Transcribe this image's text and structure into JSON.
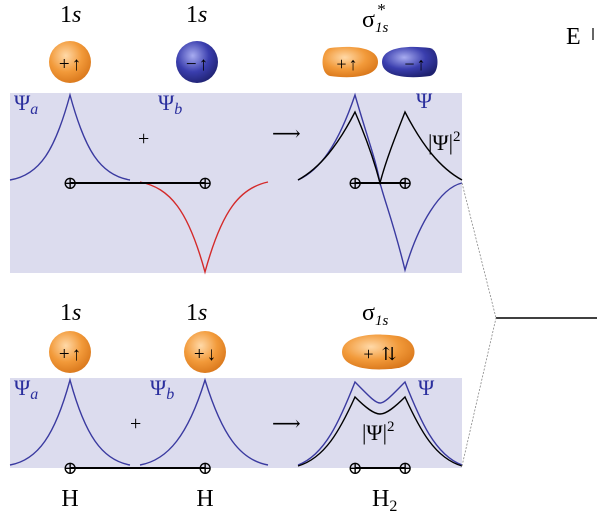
{
  "energy_axis": {
    "label": "E"
  },
  "antibonding": {
    "orbital_a": {
      "n": "1",
      "l": "s",
      "sign": "+",
      "spin": "↑"
    },
    "orbital_b": {
      "n": "1",
      "l": "s",
      "sign": "−",
      "spin": "↑"
    },
    "result": {
      "symbol": "σ",
      "sub": "1s",
      "sup": "*"
    },
    "result_lobes": [
      {
        "sign": "+",
        "spin": "↑"
      },
      {
        "sign": "−",
        "spin": "↑"
      }
    ],
    "psi_a": "Ψ",
    "psi_a_sub": "a",
    "psi_b": "Ψ",
    "psi_b_sub": "b",
    "plus": "+",
    "arrow": "⟶",
    "psi": "Ψ",
    "psi_sq": "|Ψ|",
    "psi_sq_exp": "2",
    "nucleus": "⊕"
  },
  "bonding": {
    "orbital_a": {
      "n": "1",
      "l": "s",
      "sign": "+",
      "spin": "↑"
    },
    "orbital_b": {
      "n": "1",
      "l": "s",
      "sign": "+",
      "spin": "↓"
    },
    "result": {
      "symbol": "σ",
      "sub": "1s"
    },
    "result_lobe": {
      "sign": "+",
      "spin": "⇅"
    },
    "psi_a": "Ψ",
    "psi_a_sub": "a",
    "psi_b": "Ψ",
    "psi_b_sub": "b",
    "plus": "+",
    "arrow": "⟶",
    "psi": "Ψ",
    "psi_sq": "|Ψ|",
    "psi_sq_exp": "2",
    "nucleus": "⊕"
  },
  "atoms": {
    "left": "H",
    "right": "H",
    "molecule": "H",
    "molecule_sub": "2"
  },
  "colors": {
    "band": "#dcdcee",
    "orange": "#f29a3a",
    "blue": "#2b2f9e",
    "red": "#d42a2a",
    "wave_blue": "#3a3aa0"
  }
}
